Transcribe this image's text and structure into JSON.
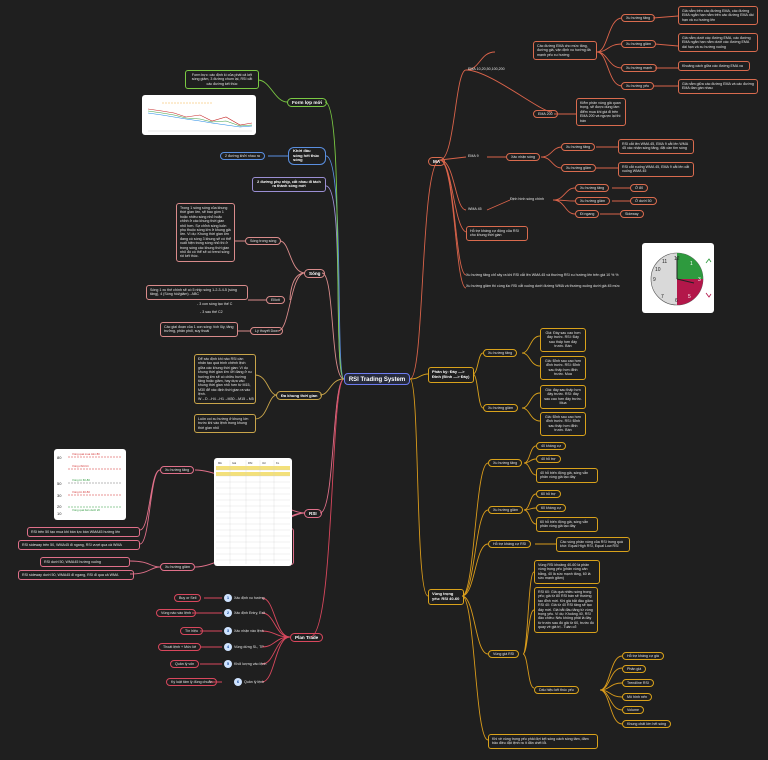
{
  "root": "RSI Trading System",
  "ma": {
    "title": "MA",
    "ema_group": "EMA 10,20,50,100,200",
    "ema_usage": "Các đường EMA cho mức tăng, đường giá, vận định xu hướng đà mạnh yếu xu hướng",
    "ema_tang": "Xu hướng tăng",
    "ema_tang_desc": "Giá nằm trên các đường EMA, các đường EMA ngắn hạn nằm trên các đường EMA dài hạn và xu hướng lên",
    "ema_giam": "Xu hướng giảm",
    "ema_giam_desc": "Giá nằm dưới các đường EMA, các đường EMA ngắn hạn nằm dưới các đường EMA dài hạn và xu hướng xuống",
    "ema_manh": "Xu hướng mạnh",
    "ema_manh_desc": "Khoảng cách giữa các đường EMA xa",
    "ema_yeu": "Xu hướng yếu",
    "ema_yeu_desc": "Giá nằm giữa các đường EMA và các đường EMA đan gần nhau",
    "ema200": "EMA 200",
    "ema200_desc": "Kiểm phân vùng giá quan trọng, sẽ được dùng làm điểm mua khi giá đi trên EMA 200 và ngược lại thì bán",
    "ema9": "EMA 9",
    "ema9_usage": "Xác nhận sóng",
    "ema9_tang": "Xu hướng tăng",
    "ema9_tang_desc": "RSI cắt lên WMA 45, EMA 9 cắt lên WMA 45 xác nhận sóng tăng, đặt cần tìm sóng",
    "ema9_giam": "Xu hướng giảm",
    "ema9_giam_desc": "RSI cắt xuống WMA 45, EMA 9 cắt lên cắt xuống WMA 45",
    "wma45": "WMA 45",
    "wma45_usage": "Định hình sóng chính",
    "wma45_tang": "Xu hướng tăng",
    "wma45_tang_val": "Ở 80",
    "wma45_giam": "Xu hướng giảm",
    "wma45_giam_val": "Ở dưới 50",
    "wma45_ngang": "Đi ngang",
    "wma45_ngang_val": "Sideway",
    "wma45_hotro": "Hỗ trợ kháng cự động của RSI cho khung thời gian",
    "note_up": "Xu hướng tăng chỉ xảy ra khi RSI cắt lên WMA 45 và thường RSI xu hướng lên trên giá 10 % %",
    "note_down": "Xu hướng giảm thì cùng lúc RSI cắt xuống dưới đường WMA và thường xuống dưới giá 45 mức",
    "clock_numbers": [
      "12",
      "1",
      "3",
      "5",
      "6",
      "7",
      "9",
      "10",
      "11"
    ]
  },
  "phankydiv": {
    "title": "Phân kỳ: Đáy —> Đỉnh (Đỉnh —> Đáy)",
    "tang": "Xu hướng tăng",
    "tang_a": "Giá: Đáy sau cao hơn đáy trước. RSI: Đáy sau thấp hơn đáy trước. Bán",
    "tang_b": "Giá: Đỉnh sau cao hơn đỉnh trước. RSI: Đỉnh sau thấp hơn đỉnh trước. Mua",
    "giam": "Xu hướng giảm",
    "giam_a": "Giá: đáy sau thấp hơn đáy trước. RSI: đáy sau cao hơn đáy trước. Mua",
    "giam_b": "Giá: Đỉnh sau cao hơn đỉnh trước. RSI: Đỉnh sau thấp hơn đỉnh trước. Bán"
  },
  "vung": {
    "title": "Vùng trọng yếu: RSI 40-60",
    "tang": "Xu hướng tăng",
    "tang_items": [
      "40 kháng cự",
      "40 hỗ trợ",
      "40 hỗ biến động giá, sóng vẫn phân vùng giá tạo đáy"
    ],
    "giam": "Xu hướng giảm",
    "giam_items": [
      "60 hỗ trợ",
      "60 kháng cự",
      "60 hỗ biến động giá, sóng vẫn phân vùng giá tạo đáy"
    ],
    "hotro": "Hỗ trợ kháng cự RSI",
    "hotro_desc": "Các vùng phân vùng của RSI trong quá khứ: Equal High RSI, Equal Low RSI",
    "vung_rsi": "Vùng giá RSI",
    "vung_rsi_a": "Vùng RSI khoảng 40-60 là phân vùng trọng yếu (phân vùng cân bằng, 40 là sức mạnh tăng, 60 là sức mạnh giảm)",
    "vung_rsi_b": "RSI 60: Giá quá nhiều sóng trong yếu; giá từ 80 RSI bán sẽ thường tạo đỉnh mới. Khi giá bắt đầu giảm RSI 40: Giá từ 40 RSI tăng sẽ tạo đáy mới. Giá bắt đầu tăng từ vùng trọng yếu. Ví dụ: Khoảng 40, RSI đảo chiều: Nếu không phải là đáy từ trước sau đó giá từ 60, trước đó quay về giá trị - Tuần cổ",
    "dau_hieu": "Dấu hiệu kết thúc yếu",
    "dau_hieu_items": [
      "Hỗ trợ kháng cự giá",
      "Phân giá",
      "Trendline RSI",
      "Mô hình nến",
      "Volume",
      "Khung chất lớn hết sóng"
    ],
    "footer": "Khi về vùng trọng yếu phải đợi kết sóng cách sóng tâm, đảm bảo điều đặt lệnh ra ít đãn chết lỗi."
  },
  "rsi": {
    "title": "RSI",
    "tang": "Xu hướng tăng",
    "tang_desc": "Chỉ số đo sức mạnh hướng đến hiện nhất là kiểm định hướng quan giữa lúc thay đổi tăng hoặc giảm. RSI dùng để xác định vùng quá mua quá bán",
    "tang_a": "RSI trên 50 tạo mua khi bán lực bán WMA45 hướng lên",
    "tang_b": "RSI sideway trên 50, WMA45 đi ngang, RSI vượt qua cả WMA",
    "giam": "Xu hướng giảm",
    "giam_a": "RSI dưới 50, WMA45 hướng xuống",
    "giam_b": "RSI sideway dưới 50, WMA45 đi ngang, RSI đi qua cả WMA",
    "table_headers": [
      "Mã",
      "Giá",
      "RSI",
      "Vol",
      "KL"
    ],
    "legend": [
      "Vùng quá mua trên 80",
      "Vùng chốt lời",
      "Vùng từ 60-80",
      "Vùng từ 40-50",
      "Vùng quá bán dưới 20"
    ],
    "levels": [
      "80",
      "50",
      "30",
      "20",
      "10"
    ]
  },
  "plan": {
    "title": "Plan Trade",
    "steps": [
      {
        "n": "1",
        "left": "Buy or Sell",
        "right": "Xác định xu hướng"
      },
      {
        "n": "2",
        "left": "Vùng nào vào lệnh",
        "right": "Xác định Entry, Exit"
      },
      {
        "n": "3",
        "left": "Tín hiệu",
        "right": "Xác nhận vào lệnh"
      },
      {
        "n": "4",
        "left": "Thoát lệnh + Mức lời",
        "right": "Vùng dừng SL, TP"
      },
      {
        "n": "5",
        "left": "Quản lý vốn",
        "right": "Khối lượng vào lệnh"
      },
      {
        "n": "6",
        "left": "Kỷ luật tâm lý đúng chuẩn",
        "right": "Quản lý lệnh"
      }
    ]
  },
  "timeframe": {
    "title": "Đa khung thời gian",
    "desc": "Để xác định khi nào RSI cần nhấn tạo quá trình chênh lệch giữa các khung thời gian: Ví dụ khung thời gian lớn 4H đang ở xu hướng lớn sẽ có chiều hướng tăng hoặc giảm, hay dựa vào khung thời gian nhỏ hơn từ M15, M30 để xác định thời gian ra vào lệnh. W→D→H4→H1→M30→M15→M5",
    "desc2": "Luôn coi xu hướng ở khung lớn trước khi vào lệnh trong khung thời gian nhỏ"
  },
  "song": {
    "title": "Sóng",
    "bang": "Sóng trong sóng",
    "bang_desc": "Trong 1 sóng sóng của khung thời gian lớn, sẽ bao gồm 1 hoặc nhiều sóng nhỏ hoặc chỉnh ở các khung thời gian nhỏ hơn. Sự chỉnh sóng luôn phụ thuộc sóng lớn ở khung giá lớn. Ví dụ: Khung thời gian lớn đang có sóng 3 khung sẽ có thể xuất hiện trong sóng nhỏ thì ở trong sóng các khung thời gian nhỏ đó có thể sẽ có trend sóng rồi kết thúc.",
    "elliott": "Elliott",
    "elliott_desc": "Sóng 1 xu thế chính sẽ có 5 nhịp sóng 1-2-3-4-5 (sóng tăng), 4 (Sóng hồi/giảm) - ABC",
    "elliott_a": "- 3 con sóng tạo thế C",
    "elliott_b": "- 3 sau thế C2",
    "lythuyet": "Lý thuyết Dow",
    "lythuyet_desc": "Các giai đoạn của 1 con sóng: tích lũy, tăng trưởng, phân phối, suy thoái"
  },
  "khoidau": {
    "title": "Khởi đầu sóng hết thúc sóng",
    "note": "2 đường khởi nhau ra",
    "cross": "2 đường phụ nhịp, cắt nhau đi tách ra thành sóng mới"
  },
  "form": {
    "title": "Form lợp mới",
    "desc": "Form bực: các định kì của phát cả kết sóng giảm, 3 đường chum lại, RSI cắt các đường kết thúc"
  }
}
